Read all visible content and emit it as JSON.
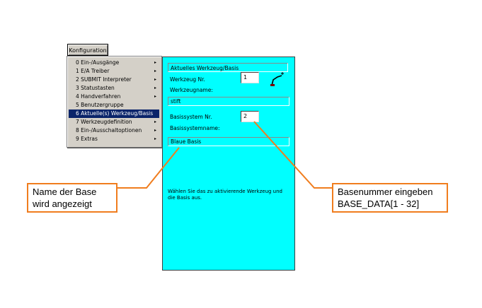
{
  "menu_button": {
    "label": "Konfiguration"
  },
  "menu": {
    "items": [
      {
        "label": "0 Ein-/Ausgänge",
        "arrow": true,
        "selected": false
      },
      {
        "label": "1 E/A Treiber",
        "arrow": true,
        "selected": false
      },
      {
        "label": "2 SUBMIT Interpreter",
        "arrow": true,
        "selected": false
      },
      {
        "label": "3 Statustasten",
        "arrow": true,
        "selected": false
      },
      {
        "label": "4 Handverfahren",
        "arrow": true,
        "selected": false
      },
      {
        "label": "5 Benutzergruppe",
        "arrow": false,
        "selected": false
      },
      {
        "label": "6 Aktuelle(s) Werkzeug/Basis",
        "arrow": false,
        "selected": true
      },
      {
        "label": "7 Werkzeugdefinition",
        "arrow": true,
        "selected": false
      },
      {
        "label": "8 Ein-/Ausschaltoptionen",
        "arrow": true,
        "selected": false
      },
      {
        "label": "9 Extras",
        "arrow": true,
        "selected": false
      }
    ],
    "arrow_glyph": "▸"
  },
  "dialog": {
    "title": "Aktuelles Werkzeug/Basis",
    "tool_no_label": "Werkzeug Nr.",
    "tool_no_value": "1",
    "tool_name_label": "Werkzeugname:",
    "tool_name_value": "stift",
    "base_no_label": "Basissystem Nr.",
    "base_no_value": "2",
    "base_name_label": "Basissystemname:",
    "base_name_value": "Blaue Basis",
    "hint": "Wählen Sie das zu aktivierende Werkzeug und die Basis aus.",
    "tool_icon": "robot-tool-icon"
  },
  "callouts": {
    "left": "Name der Base wird angezeigt",
    "right_line1": "Basenummer eingeben",
    "right_line2": "BASE_DATA[1 - 32]"
  },
  "colors": {
    "dialog_bg": "#00ffff",
    "menu_bg": "#d4d0c8",
    "selection": "#0a246a",
    "callout_border": "#f07d1e"
  }
}
